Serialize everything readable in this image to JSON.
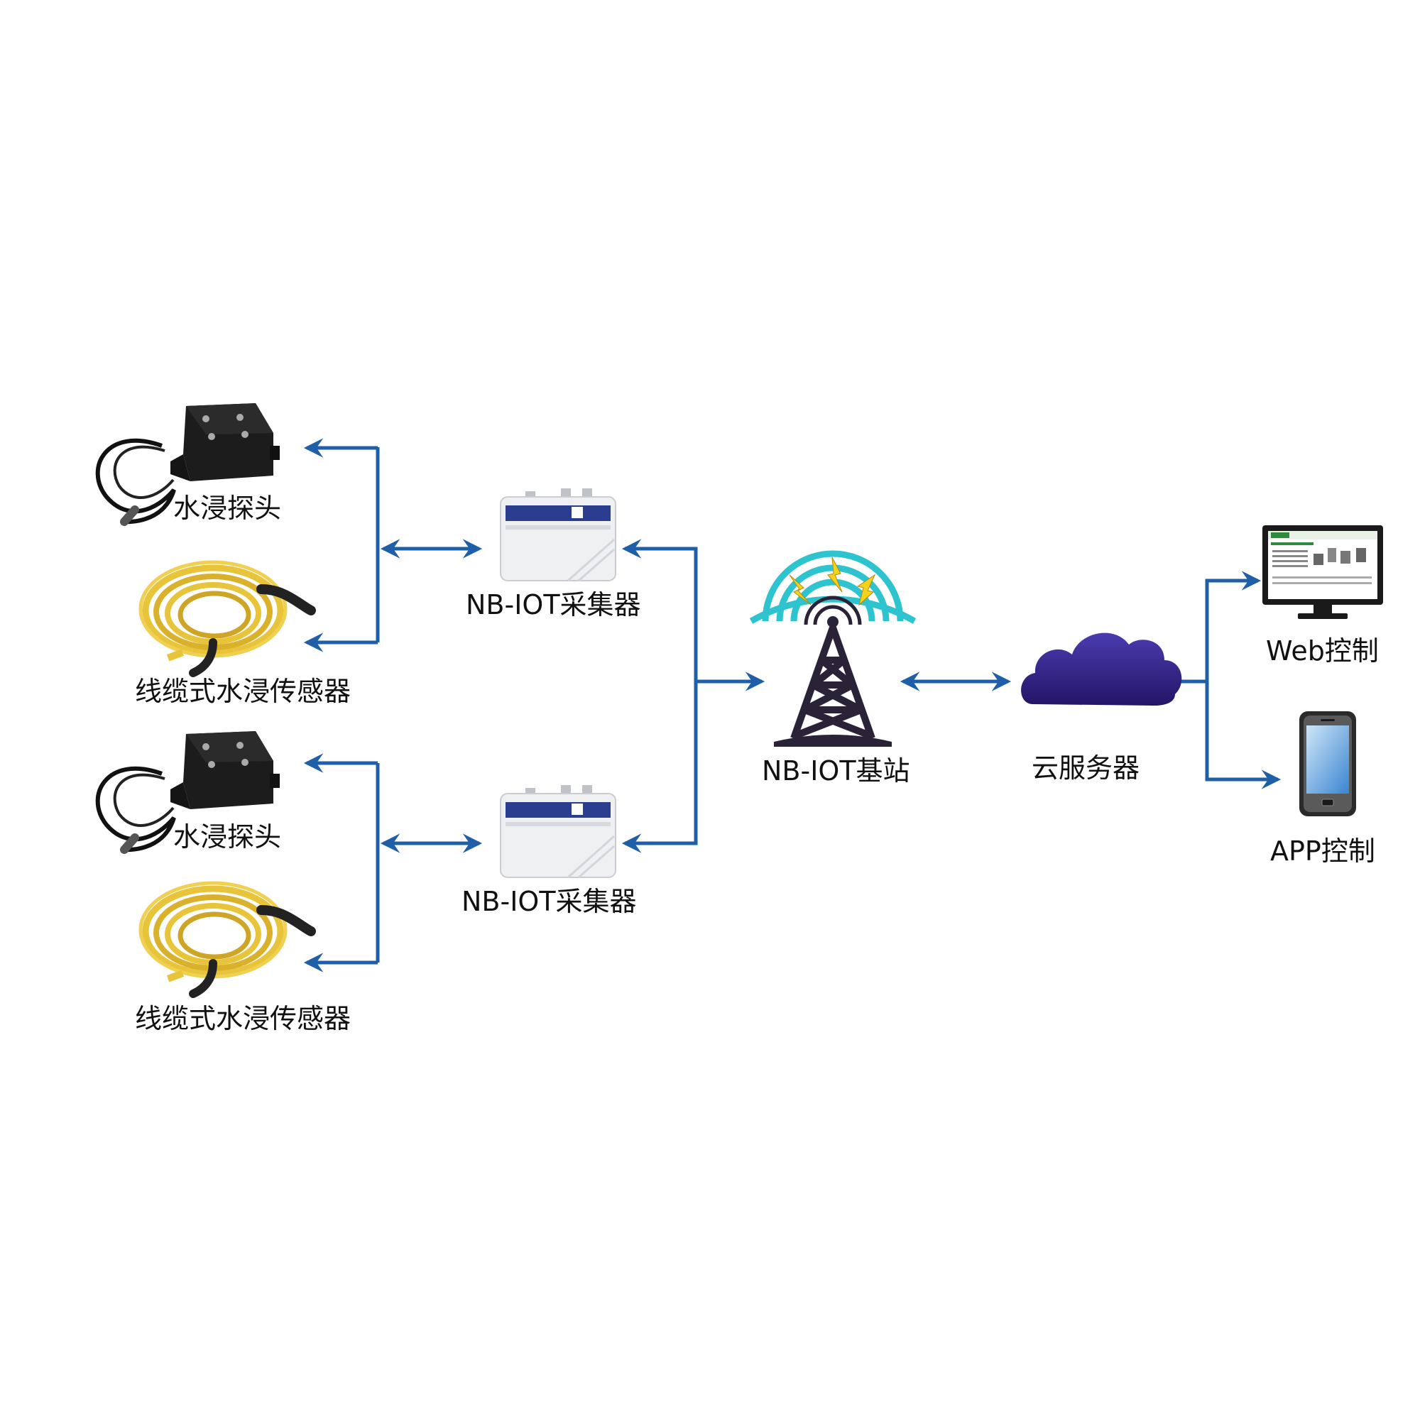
{
  "colors": {
    "arrow": "#1f5fa8",
    "signal": "#2ec4cf",
    "tower": "#2a2236",
    "bolt": "#f4d21a",
    "cloud": "#2f1f86",
    "cable": "#e8c43a",
    "device_body": "#eef0f2",
    "device_band": "#2b3d8f"
  },
  "nodes": {
    "probe_1": {
      "label": "水浸探头",
      "icon": "water-probe-icon"
    },
    "cable_sensor_1": {
      "label": "线缆式水浸传感器",
      "icon": "cable-sensor-icon"
    },
    "probe_2": {
      "label": "水浸探头",
      "icon": "water-probe-icon"
    },
    "cable_sensor_2": {
      "label": "线缆式水浸传感器",
      "icon": "cable-sensor-icon"
    },
    "collector_1": {
      "label": "NB-IOT采集器",
      "icon": "collector-device-icon"
    },
    "collector_2": {
      "label": "NB-IOT采集器",
      "icon": "collector-device-icon"
    },
    "base_station": {
      "label": "NB-IOT基站",
      "icon": "cell-tower-icon"
    },
    "cloud": {
      "label": "云服务器",
      "icon": "cloud-icon"
    },
    "web": {
      "label": "Web控制",
      "icon": "monitor-icon"
    },
    "app": {
      "label": "APP控制",
      "icon": "smartphone-icon"
    }
  }
}
